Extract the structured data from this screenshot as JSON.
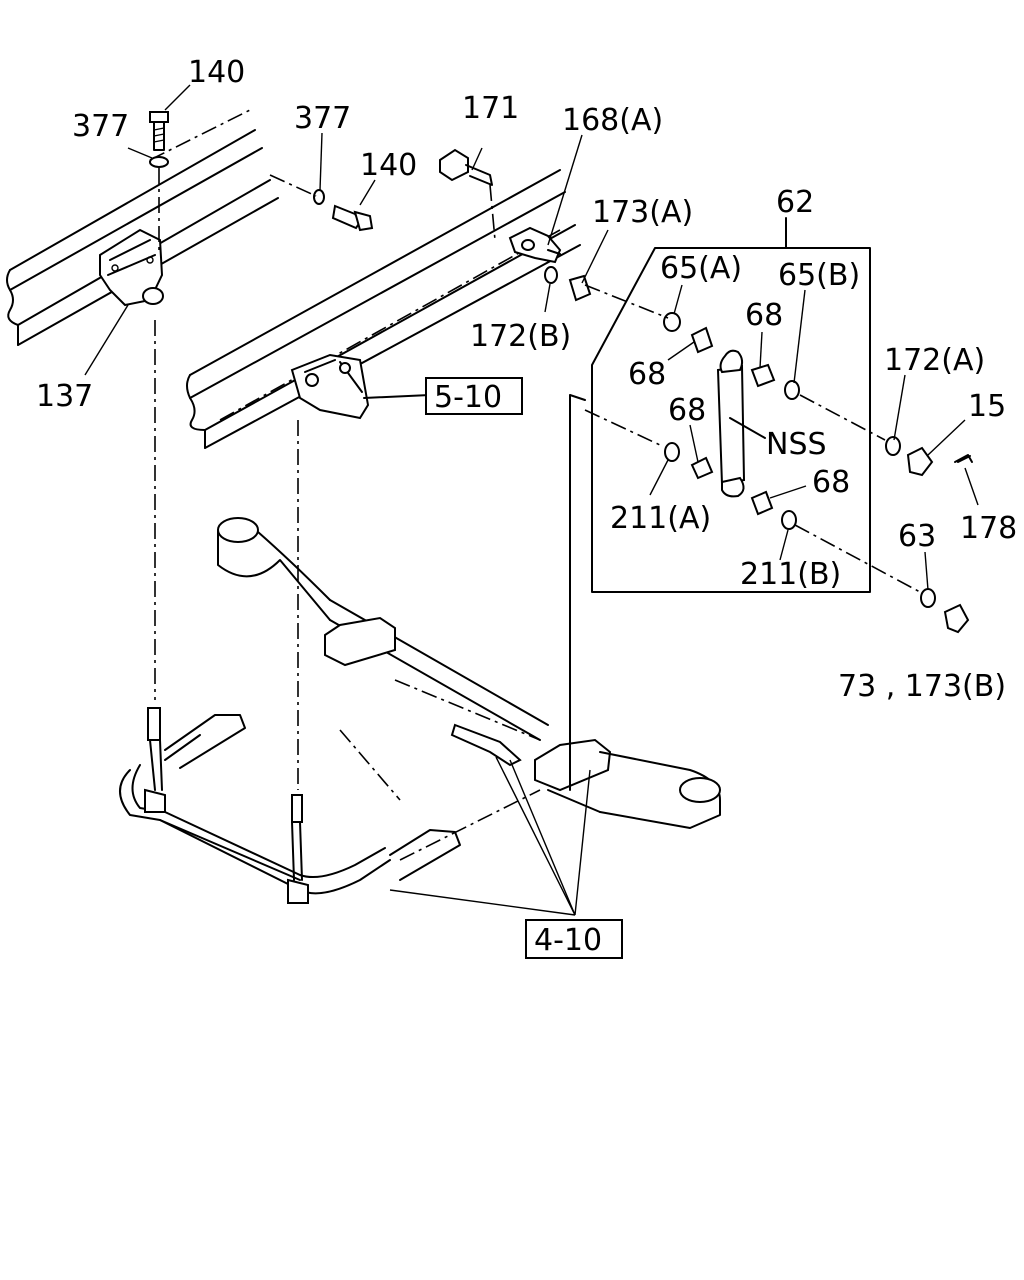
{
  "labels": {
    "l140a": "140",
    "l377a": "377",
    "l377b": "377",
    "l140b": "140",
    "l171": "171",
    "l168a": "168(A)",
    "l173a": "173(A)",
    "l62": "62",
    "l65a": "65(A)",
    "l65b": "65(B)",
    "l172b": "172(B)",
    "l68a": "68",
    "l68b": "68",
    "l68c": "68",
    "l68d": "68",
    "l172a": "172(A)",
    "l15": "15",
    "l137": "137",
    "lnss": "NSS",
    "l178": "178",
    "l211a": "211(A)",
    "l211b": "211(B)",
    "l63": "63",
    "l73": "73 , 173(B)"
  },
  "refs": {
    "r510": "5-10",
    "r410": "4-10"
  }
}
